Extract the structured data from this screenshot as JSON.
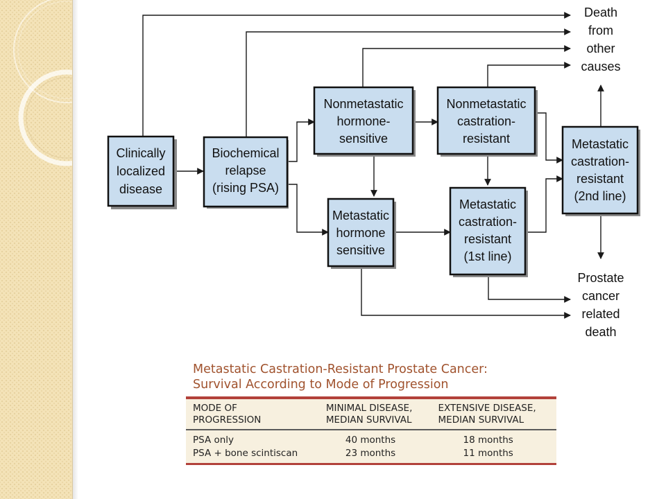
{
  "diagram": {
    "nodes": {
      "clinically_localized": [
        "Clinically",
        "localized",
        "disease"
      ],
      "biochemical_relapse": [
        "Biochemical",
        "relapse",
        "(rising PSA)"
      ],
      "nonmetastatic_hormone_sensitive": [
        "Nonmetastatic",
        "hormone-",
        "sensitive"
      ],
      "nonmetastatic_castration_resistant": [
        "Nonmetastatic",
        "castration-",
        "resistant"
      ],
      "metastatic_hormone_sensitive": [
        "Metastatic",
        "hormone",
        "sensitive"
      ],
      "metastatic_castration_resistant_1st": [
        "Metastatic",
        "castration-",
        "resistant",
        "(1st line)"
      ],
      "metastatic_castration_resistant_2nd": [
        "Metastatic",
        "castration-",
        "resistant",
        "(2nd line)"
      ]
    },
    "outcomes": {
      "death_other_causes": [
        "Death",
        "from",
        "other",
        "causes"
      ],
      "prostate_cancer_death": [
        "Prostate",
        "cancer",
        "related",
        "death"
      ]
    }
  },
  "table": {
    "title_lines": [
      "Metastatic Castration-Resistant Prostate Cancer:",
      "Survival According to Mode of Progression"
    ],
    "headers": [
      [
        "MODE OF",
        "PROGRESSION"
      ],
      [
        "MINIMAL DISEASE,",
        "MEDIAN SURVIVAL"
      ],
      [
        "EXTENSIVE DISEASE,",
        "MEDIAN SURVIVAL"
      ]
    ],
    "rows": [
      [
        "PSA only",
        "40 months",
        "18 months"
      ],
      [
        "PSA + bone scintiscan",
        "23 months",
        "11 months"
      ]
    ]
  },
  "colors": {
    "node_fill": "#c9ddef",
    "title_color": "#a0522d",
    "table_rule": "#b2413a",
    "table_bg": "#f7f0df",
    "sidebar_bg": "#f4e3b8"
  }
}
